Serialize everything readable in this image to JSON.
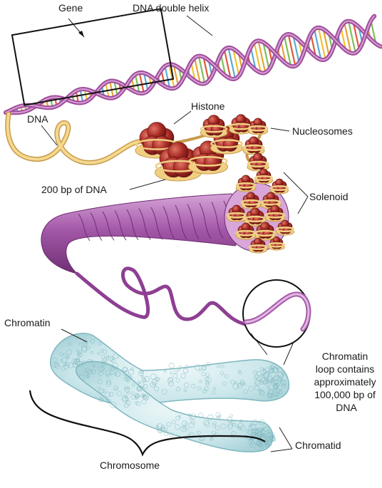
{
  "labels": {
    "gene": "Gene",
    "dna_double_helix": "DNA double helix",
    "dna": "DNA",
    "histone": "Histone",
    "nucleosomes": "Nucleosomes",
    "bp_200": "200 bp of DNA",
    "solenoid": "Solenoid",
    "chromatin": "Chromatin",
    "chromatin_loop": [
      "Chromatin",
      "loop contains",
      "approximately",
      "100,000 bp of",
      "DNA"
    ],
    "chromatid": "Chromatid",
    "chromosome": "Chromosome"
  },
  "colors": {
    "helix_backbone": "#a04c9c",
    "helix_backbone_light": "#d69fd2",
    "base_pair_colors": [
      "#e05a3c",
      "#f2c230",
      "#7cc05a",
      "#5aaad8",
      "#e8a23a"
    ],
    "dna_strand": "#f0cf82",
    "dna_strand_edge": "#c89a4a",
    "histone": "#a82b25",
    "histone_light": "#d65a4e",
    "fiber": "#a45aa8",
    "fiber_light": "#d8a6d8",
    "chromosome": "#c9e6ea",
    "chromosome_edge": "#7fb7bf"
  },
  "icons": {
    "magnifier": "magnifier-circle-icon",
    "brace": "curly-brace-icon"
  }
}
